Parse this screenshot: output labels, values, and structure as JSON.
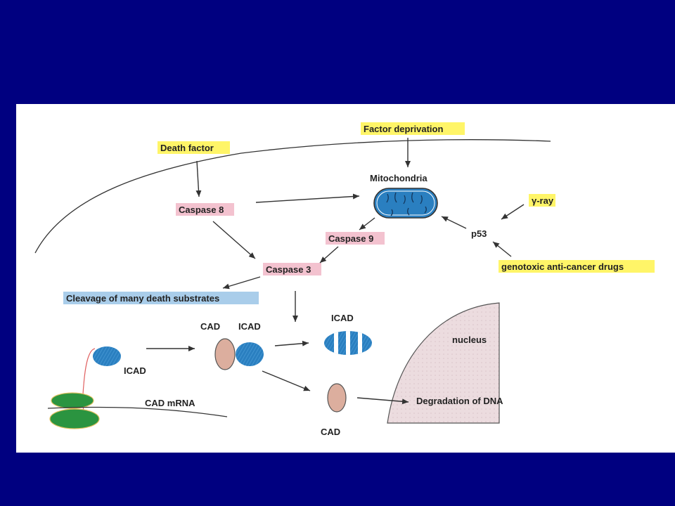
{
  "colors": {
    "slide_background": "#000080",
    "panel_background": "#ffffff",
    "yellow_highlight": "#fff568",
    "pink_highlight": "#f3c2cf",
    "blue_highlight": "#a9cdea",
    "icad_blue": "#2a7fc0",
    "cad_pink": "#dcae9e",
    "ribosome_green": "#2b9440",
    "nucleus_fill": "#ecdcdf"
  },
  "labels": {
    "death_factor": "Death factor",
    "factor_deprivation": "Factor deprivation",
    "mitochondria": "Mitochondria",
    "caspase8": "Caspase 8",
    "caspase9": "Caspase 9",
    "caspase3": "Caspase 3",
    "p53": "p53",
    "gamma_ray": "γ-ray",
    "genotoxic": "genotoxic anti-cancer drugs",
    "cleavage": "Cleavage of many death substrates",
    "cad_top": "CAD",
    "icad_top": "ICAD",
    "icad_fragmented": "ICAD",
    "icad_left": "ICAD",
    "cad_mrna": "CAD mRNA",
    "nucleus": "nucleus",
    "degradation": "Degradation of DNA",
    "cad_bottom": "CAD"
  },
  "icons": [
    "mitochondrion",
    "icad-protein",
    "cad-protein",
    "ribosome",
    "nucleus"
  ]
}
